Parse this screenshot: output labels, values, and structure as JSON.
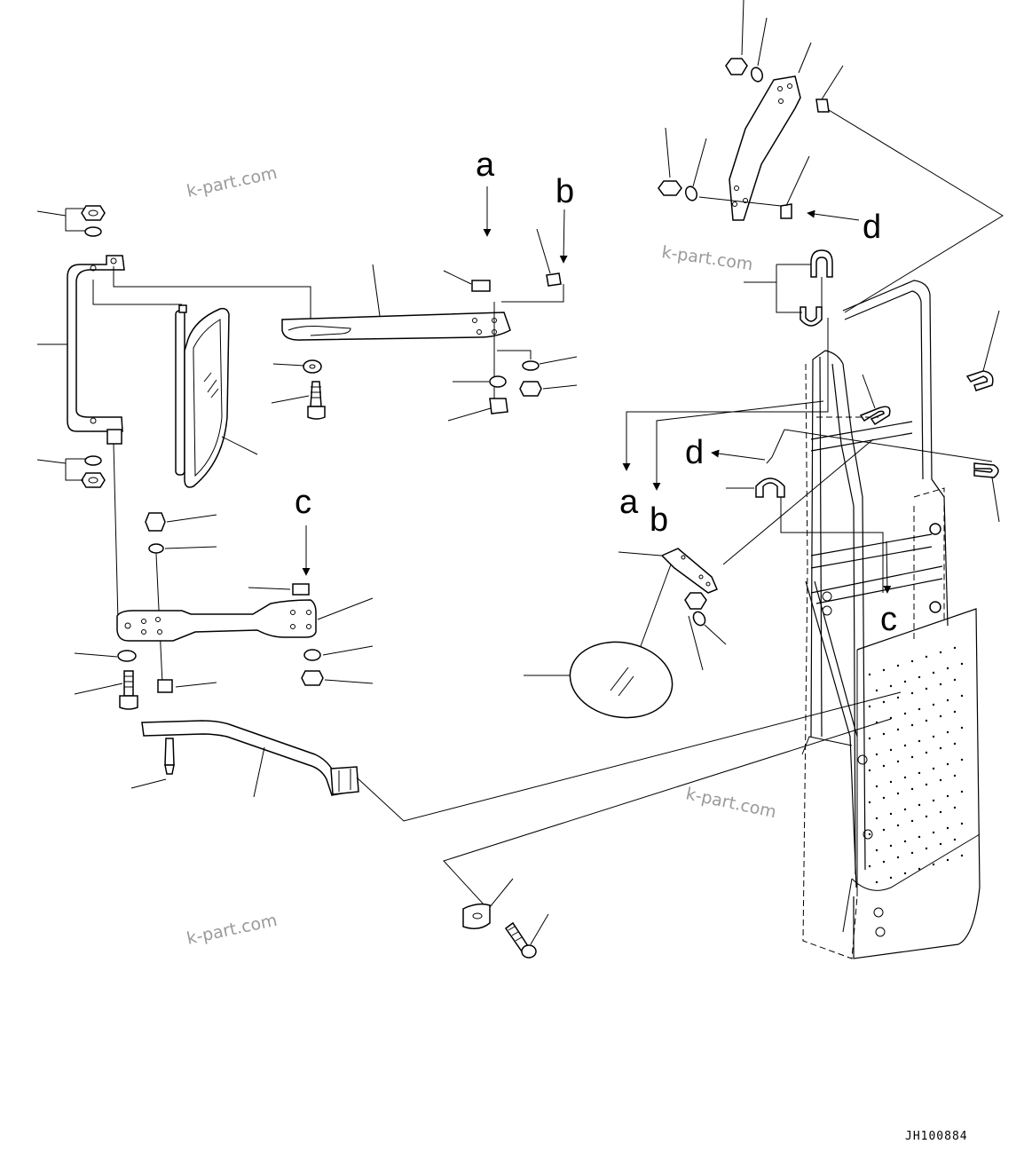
{
  "diagram": {
    "callouts": {
      "a_top": "a",
      "b_top": "b",
      "c_mid": "c",
      "d_right": "d",
      "a_right": "a",
      "b_right": "b",
      "d_mid": "d",
      "c_right": "c"
    },
    "watermarks": [
      "k-part.com",
      "k-part.com",
      "k-part.com",
      "k-part.com"
    ],
    "drawing_code": "JH100884"
  }
}
